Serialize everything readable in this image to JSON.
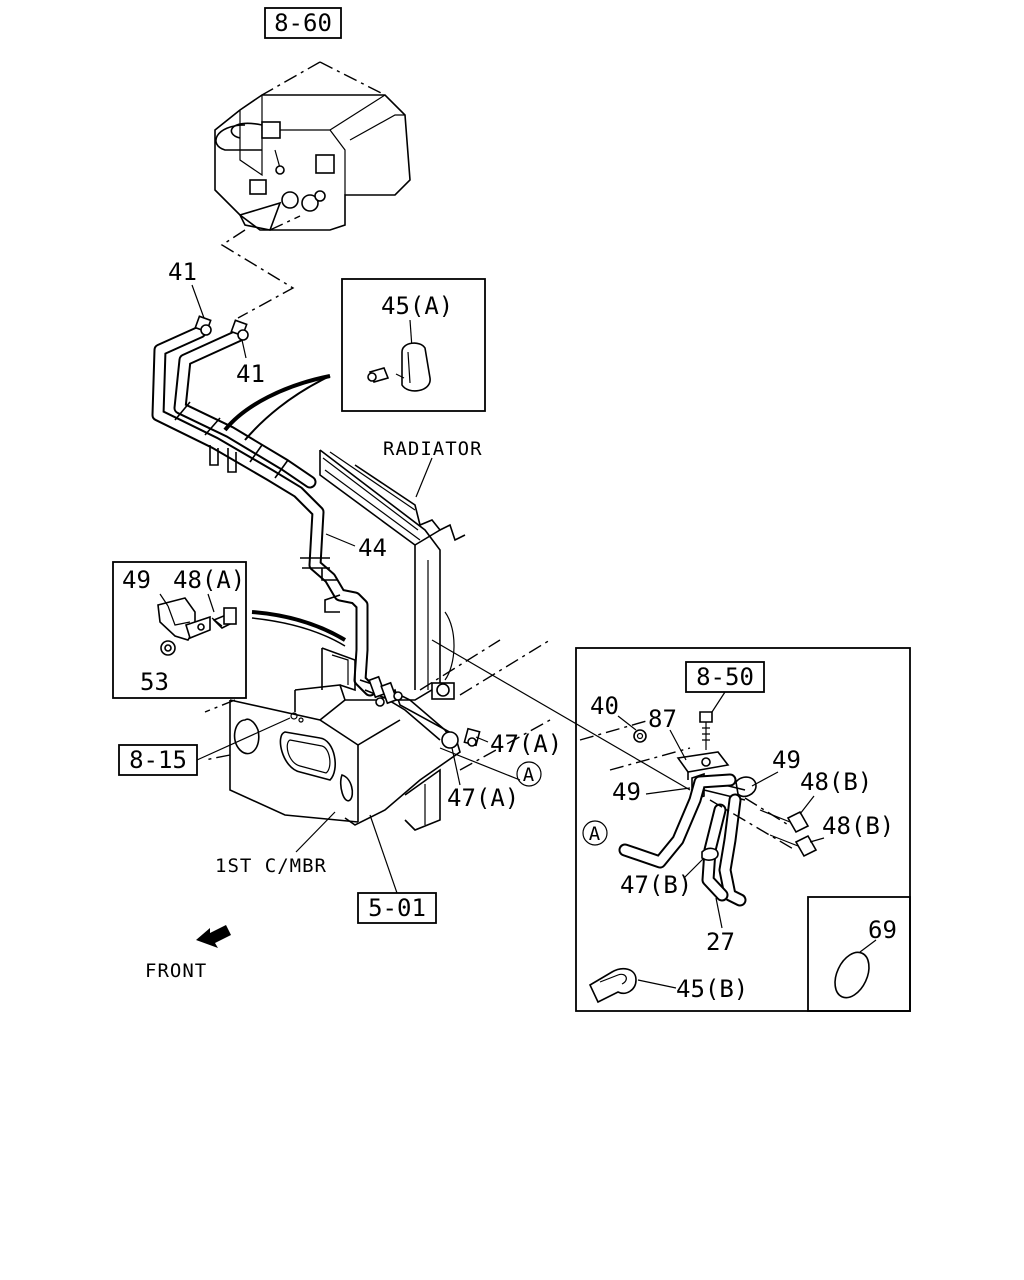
{
  "diagram": {
    "refs": {
      "ref_860": "8-60",
      "ref_850": "8-50",
      "ref_815": "8-15",
      "ref_501": "5-01"
    },
    "callouts": {
      "n41_top": "41",
      "n41_bottom": "41",
      "n45a": "45(A)",
      "n44": "44",
      "n49_inset": "49",
      "n48a": "48(A)",
      "n53": "53",
      "n47a_top": "47(A)",
      "n47a_bottom": "47(A)",
      "n40": "40",
      "n87": "87",
      "n49_right_a": "49",
      "n49_right_b": "49",
      "n48b_1": "48(B)",
      "n48b_2": "48(B)",
      "n47b": "47(B)",
      "n27": "27",
      "n45b": "45(B)",
      "n69": "69",
      "circle_a_main": "A",
      "circle_a_detail": "A"
    },
    "text_labels": {
      "radiator": "RADIATOR",
      "crossmember": "1ST C/MBR",
      "front": "FRONT"
    }
  }
}
